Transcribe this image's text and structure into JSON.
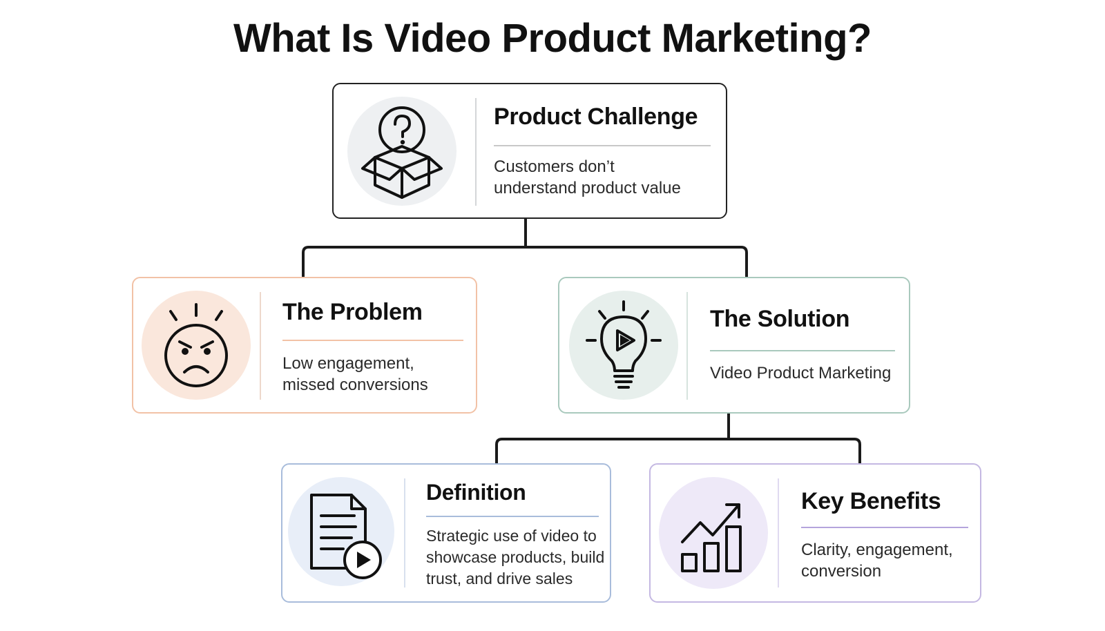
{
  "title": "What Is Video Product Marketing?",
  "colors": {
    "connector": "#1a1a1a",
    "challenge_border": "#222222",
    "problem_border": "#f2c2a6",
    "solution_border": "#a9c9bd",
    "definition_border": "#a8bcdb",
    "benefits_border": "#c4b8e2"
  },
  "cards": {
    "challenge": {
      "icon": "question-box-icon",
      "title": "Product Challenge",
      "description": [
        "Customers don’t",
        "understand product value"
      ]
    },
    "problem": {
      "icon": "angry-face-icon",
      "title": "The Problem",
      "description": [
        "Low engagement,",
        "missed conversions"
      ]
    },
    "solution": {
      "icon": "lightbulb-play-icon",
      "title": "The Solution",
      "description": [
        "Video Product Marketing"
      ]
    },
    "definition": {
      "icon": "document-play-icon",
      "title": "Definition",
      "description": [
        "Strategic use of video to",
        "showcase products, build",
        "trust, and drive sales"
      ]
    },
    "benefits": {
      "icon": "growth-chart-icon",
      "title": "Key Benefits",
      "description": [
        "Clarity, engagement,",
        "conversion"
      ]
    }
  }
}
